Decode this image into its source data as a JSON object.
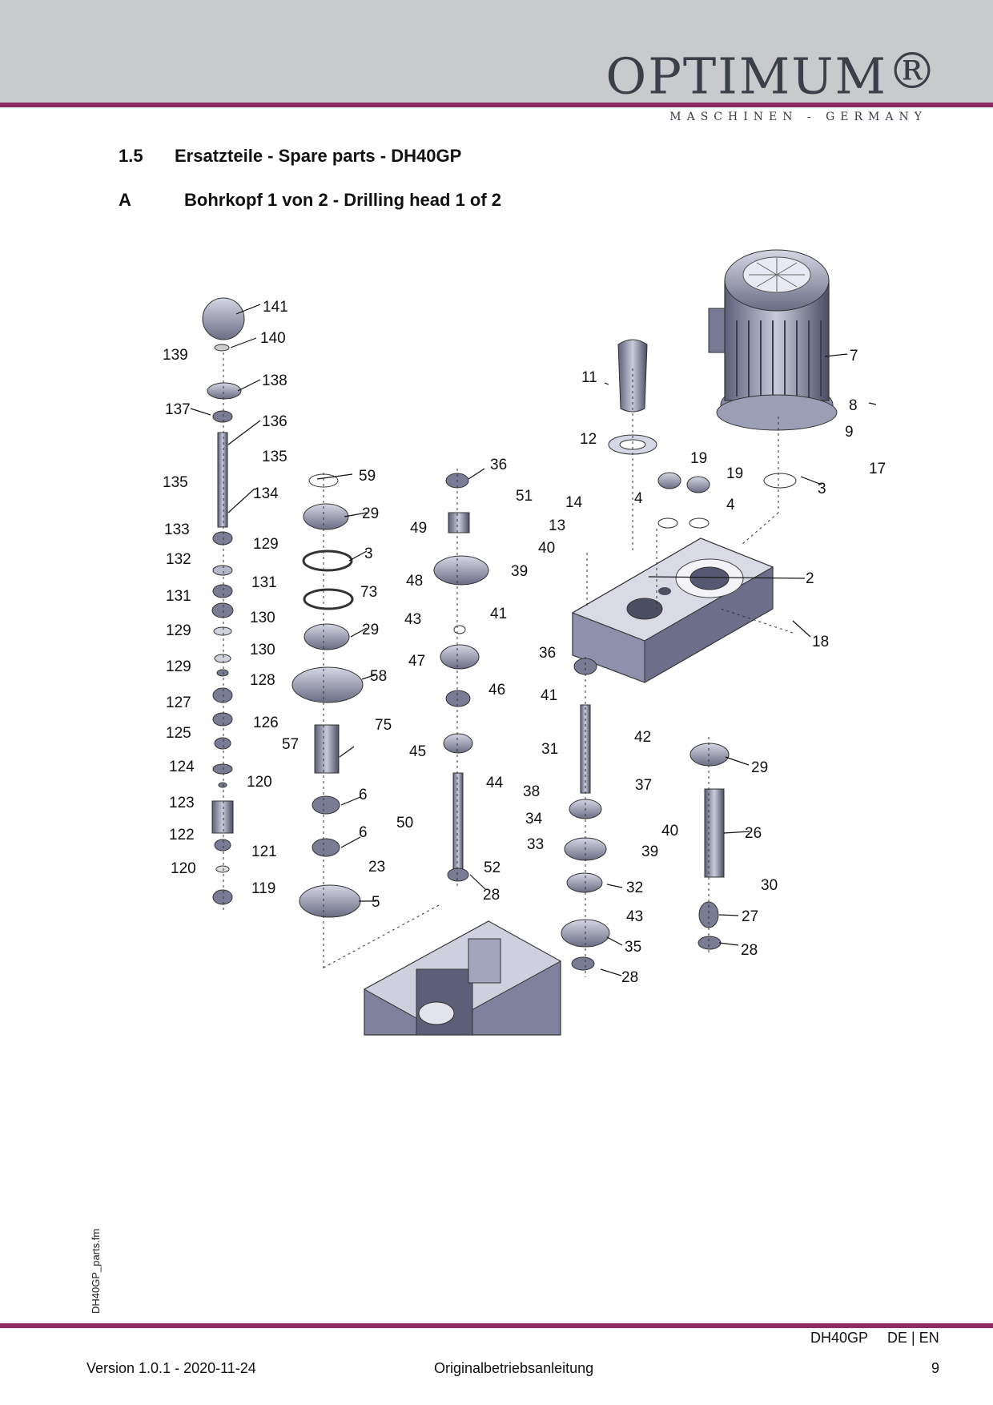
{
  "header": {
    "logo_text": "OPTIMUM",
    "logo_mark": "®",
    "logo_subtitle": "MASCHINEN - GERMANY",
    "band_color": "#c9cacc",
    "rule_color": "#8e2a63"
  },
  "section": {
    "number": "1.5",
    "title": "Ersatzteile - Spare parts - DH40GP"
  },
  "subsection": {
    "letter": "A",
    "title": "Bohrkopf 1 von 2 - Drilling head 1 of 2"
  },
  "diagram": {
    "part_labels": [
      "141",
      "140",
      "139",
      "138",
      "137",
      "136",
      "135",
      "135",
      "134",
      "133",
      "129",
      "132",
      "131",
      "131",
      "130",
      "129",
      "130",
      "129",
      "128",
      "127",
      "126",
      "125",
      "124",
      "120",
      "123",
      "122",
      "121",
      "120",
      "119",
      "59",
      "29",
      "3",
      "73",
      "29",
      "58",
      "75",
      "57",
      "6",
      "6",
      "23",
      "5",
      "36",
      "51",
      "49",
      "40",
      "39",
      "48",
      "43",
      "41",
      "47",
      "46",
      "45",
      "44",
      "50",
      "52",
      "28",
      "11",
      "12",
      "7",
      "8",
      "9",
      "17",
      "19",
      "19",
      "3",
      "4",
      "4",
      "14",
      "13",
      "2",
      "18",
      "36",
      "41",
      "31",
      "42",
      "38",
      "37",
      "34",
      "33",
      "40",
      "39",
      "32",
      "43",
      "35",
      "28",
      "29",
      "26",
      "30",
      "27",
      "28"
    ]
  },
  "footer": {
    "side_note": "DH40GP_parts.fm",
    "model": "DH40GP",
    "languages": "DE | EN",
    "version": "Version 1.0.1 - 2020-11-24",
    "document": "Originalbetriebsanleitung",
    "page": "9"
  }
}
